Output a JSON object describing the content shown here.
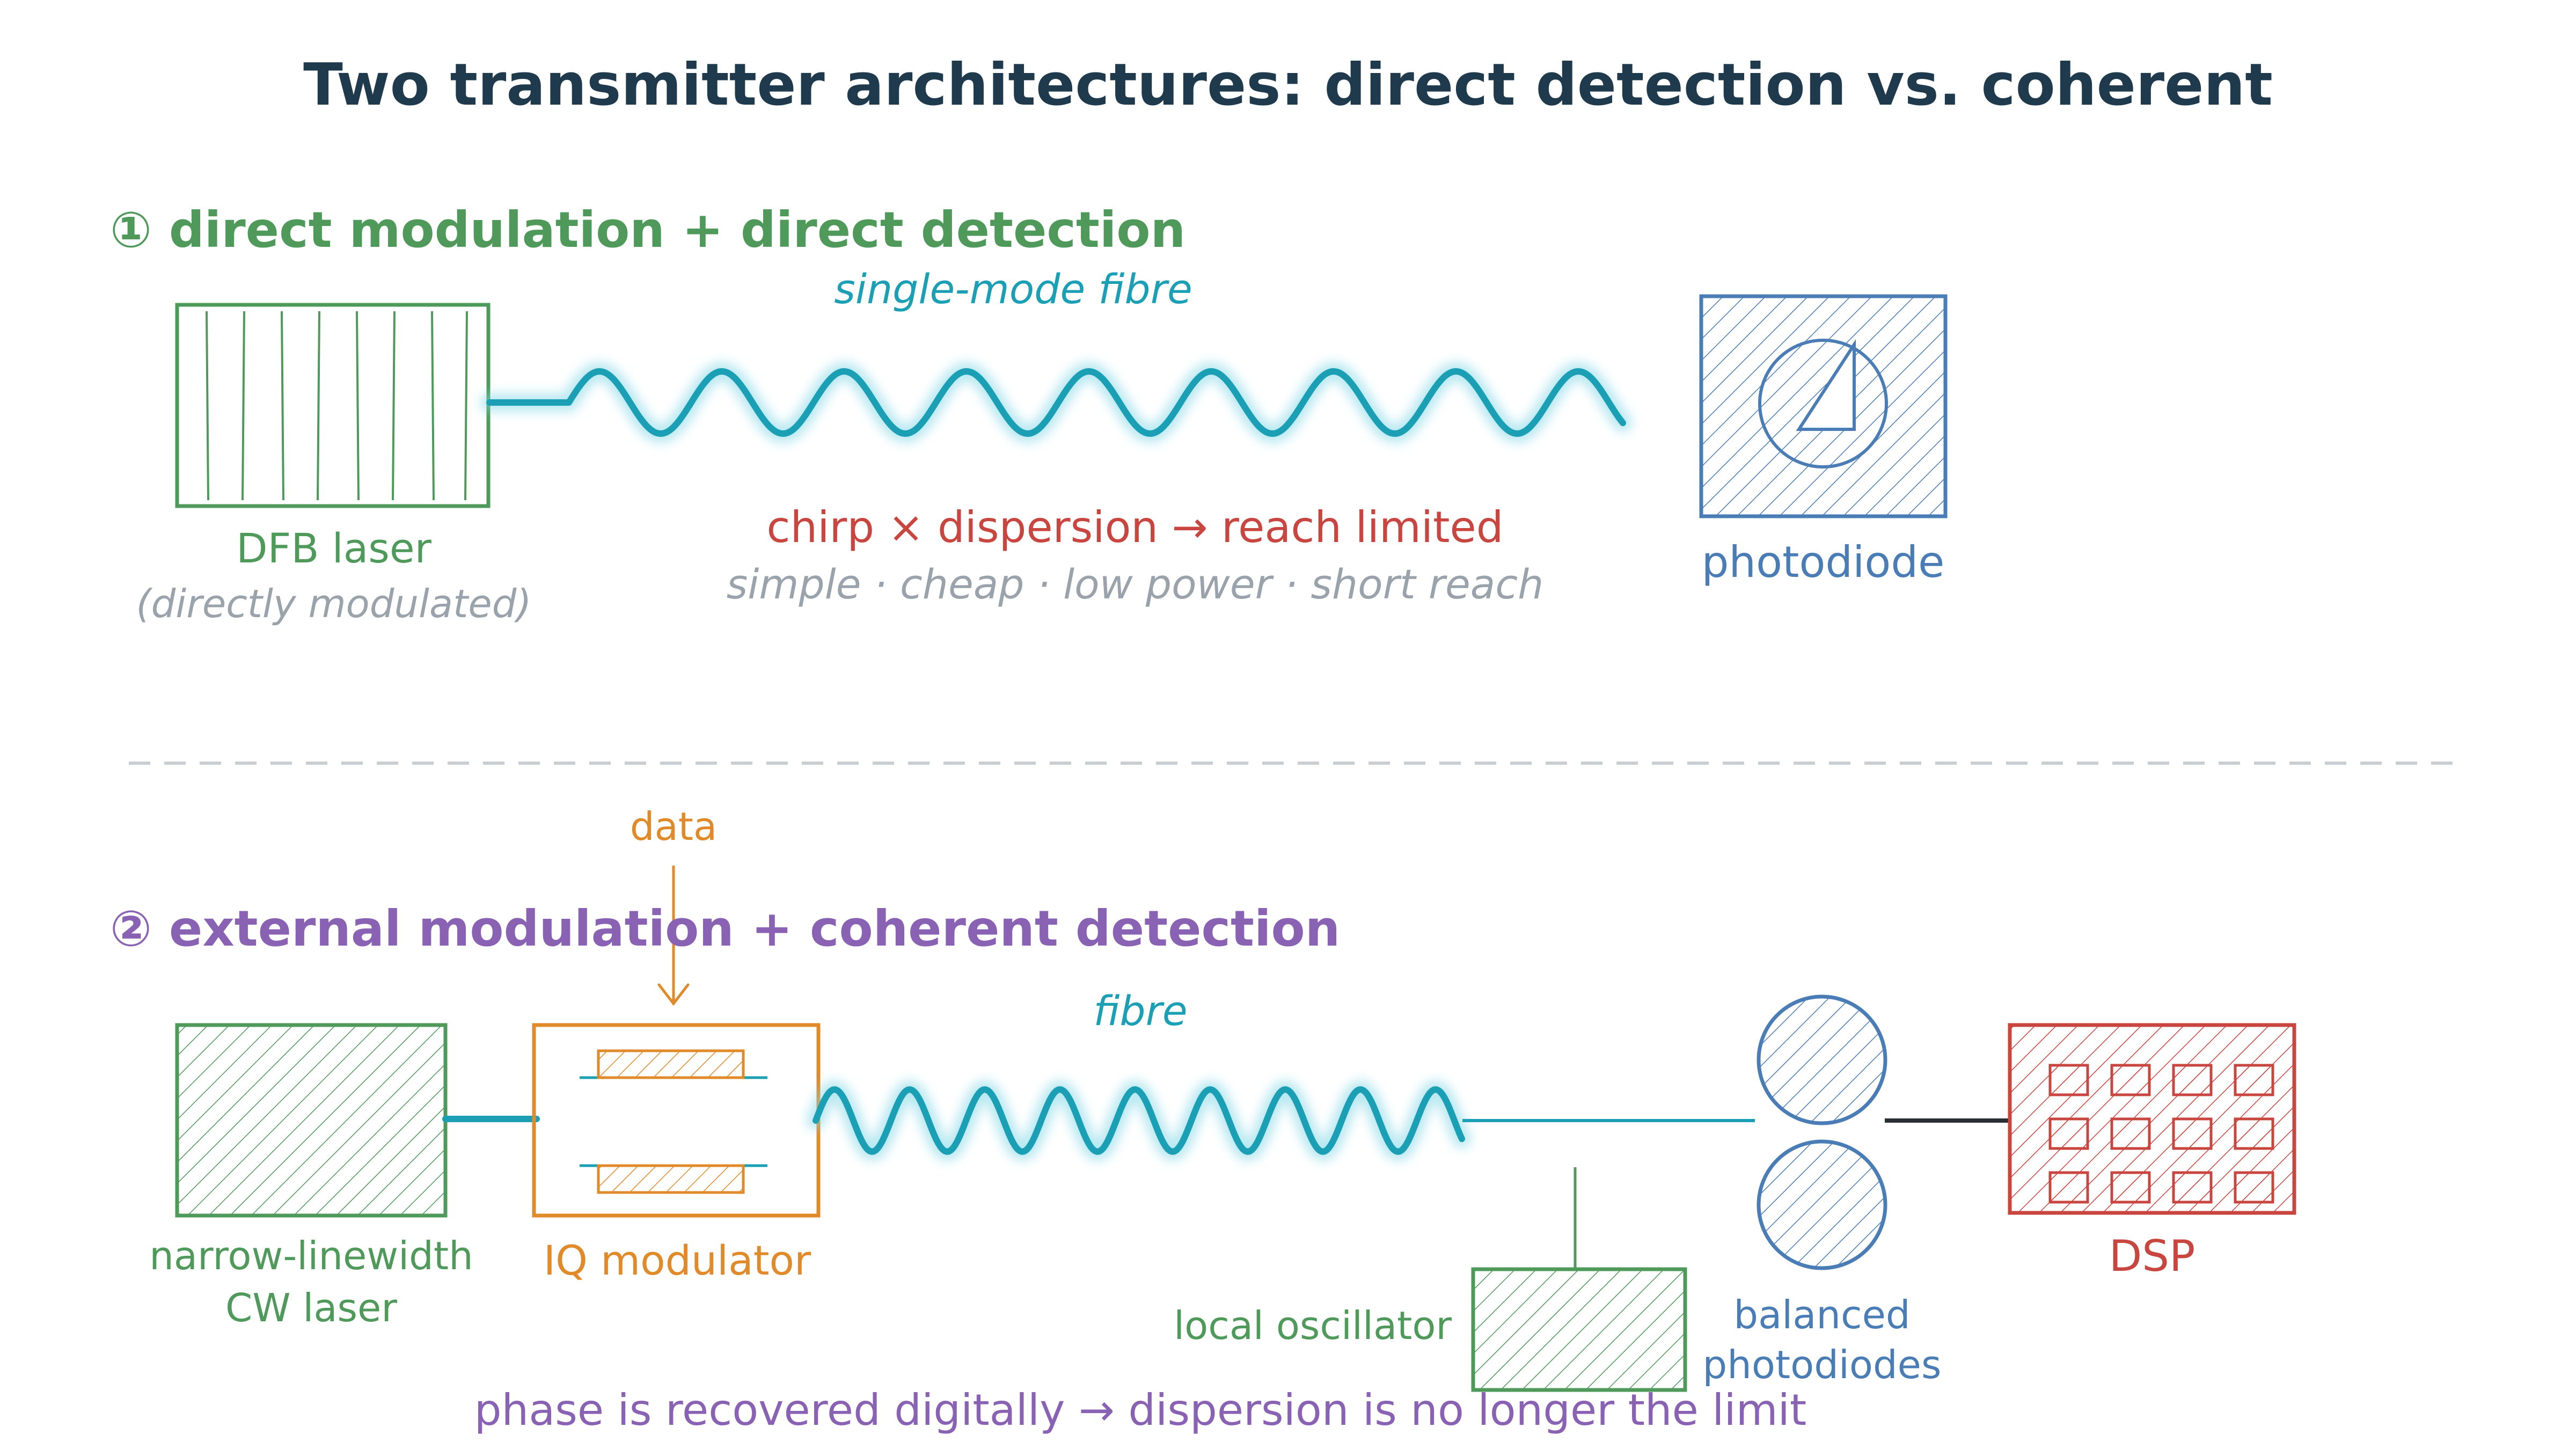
{
  "title": "Two transmitter architectures: direct detection vs. coherent",
  "colors": {
    "title": "#1f3a4d",
    "green": "#4f9a5a",
    "teal": "#1b9fb5",
    "blue": "#4a7db5",
    "red": "#c8463f",
    "orange": "#e08a2a",
    "purple": "#8a62b3",
    "gray": "#9aa3ab",
    "black": "#2a2f35"
  },
  "section1": {
    "heading": "① direct modulation + direct detection",
    "fibre_label": "single-mode fibre",
    "laser_label": "DFB laser",
    "laser_sublabel": "(directly modulated)",
    "limit_note": "chirp × dispersion → reach limited",
    "tradeoffs": "simple · cheap · low power · short reach",
    "detector_label": "photodiode"
  },
  "section2": {
    "heading": "② external modulation + coherent detection",
    "data_label": "data",
    "fibre_label": "fibre",
    "laser_label_line1": "narrow-linewidth",
    "laser_label_line2": "CW laser",
    "modulator_label": "IQ modulator",
    "lo_label": "local oscillator",
    "detector_label_line1": "balanced",
    "detector_label_line2": "photodiodes",
    "dsp_label": "DSP",
    "footer_note": "phase is recovered digitally → dispersion is no longer the limit"
  }
}
